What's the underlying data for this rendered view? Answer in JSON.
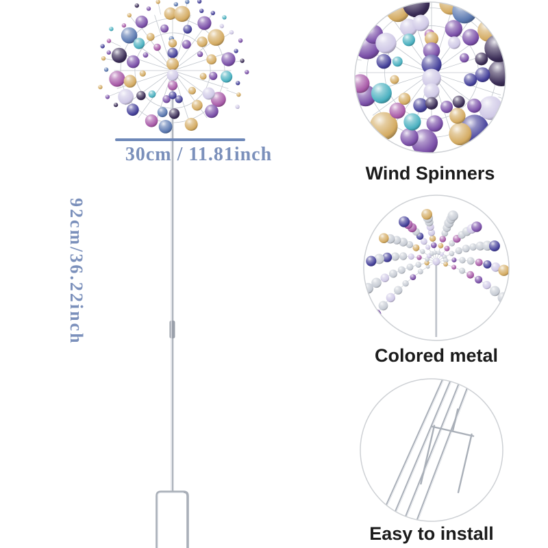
{
  "dimensions": {
    "width_label": "30cm / 11.81inch",
    "height_label": "92cm/36.22inch"
  },
  "features": [
    {
      "label": "Wind Spinners"
    },
    {
      "label": "Colored metal"
    },
    {
      "label": "Easy to install"
    }
  ],
  "colors": {
    "dimension_text": "#7b90bb",
    "dimension_line": "#6d87b8",
    "label_text": "#1b1b1b",
    "circle_border": "#cdd0d4",
    "wire": "#c0c5cc",
    "metal": "#a9afb8",
    "metal_dark": "#9aa0aa",
    "palette": [
      "#d4ab62",
      "#7a4fa8",
      "#44409a",
      "#4ab0c0",
      "#cfc8e6",
      "#3a2c56",
      "#a85aa8",
      "#5a78b0",
      "#c6cbd4"
    ]
  }
}
